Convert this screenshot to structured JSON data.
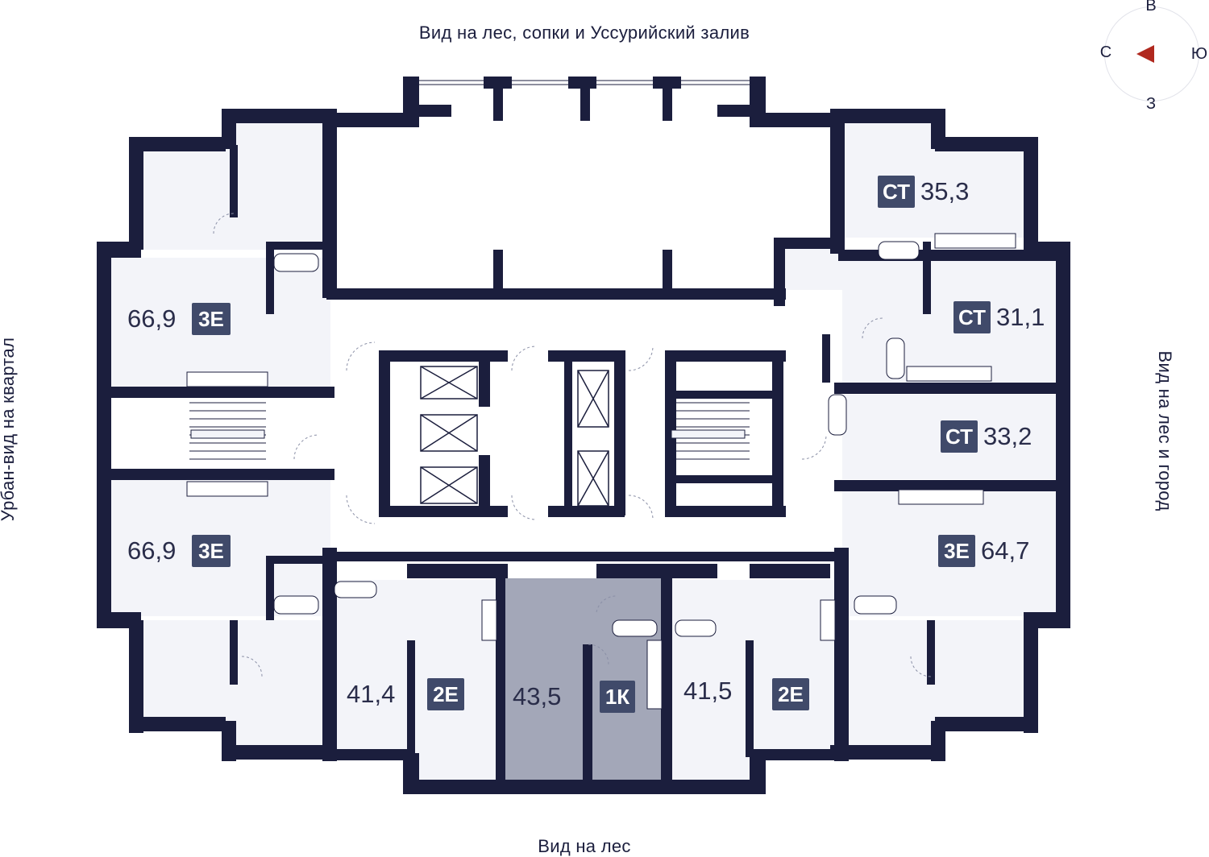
{
  "views": {
    "top": "Вид на лес, сопки и Уссурийский залив",
    "bottom": "Вид на лес",
    "left": "Урбан-вид на квартал",
    "right": "Вид на лес и город"
  },
  "compass": {
    "north": "В",
    "west": "С",
    "east": "Ю",
    "south": "З",
    "arrow_color": "#b0281e"
  },
  "colors": {
    "wall": "#1b1e3d",
    "room_fill": "#f3f4f9",
    "highlight_fill": "#a3a7b8",
    "tag_bg": "#404a6a"
  },
  "apartments": [
    {
      "id": "nw",
      "area": "66,9",
      "type": "3Е"
    },
    {
      "id": "w",
      "area": "66,9",
      "type": "3Е"
    },
    {
      "id": "s1",
      "area": "41,4",
      "type": "2Е"
    },
    {
      "id": "s2",
      "area": "43,5",
      "type": "1К",
      "highlighted": true
    },
    {
      "id": "s3",
      "area": "41,5",
      "type": "2Е"
    },
    {
      "id": "e3",
      "area": "64,7",
      "type": "3Е"
    },
    {
      "id": "ne1",
      "area": "35,3",
      "type": "СТ"
    },
    {
      "id": "ne2",
      "area": "31,1",
      "type": "СТ"
    },
    {
      "id": "e2",
      "area": "33,2",
      "type": "СТ"
    }
  ]
}
